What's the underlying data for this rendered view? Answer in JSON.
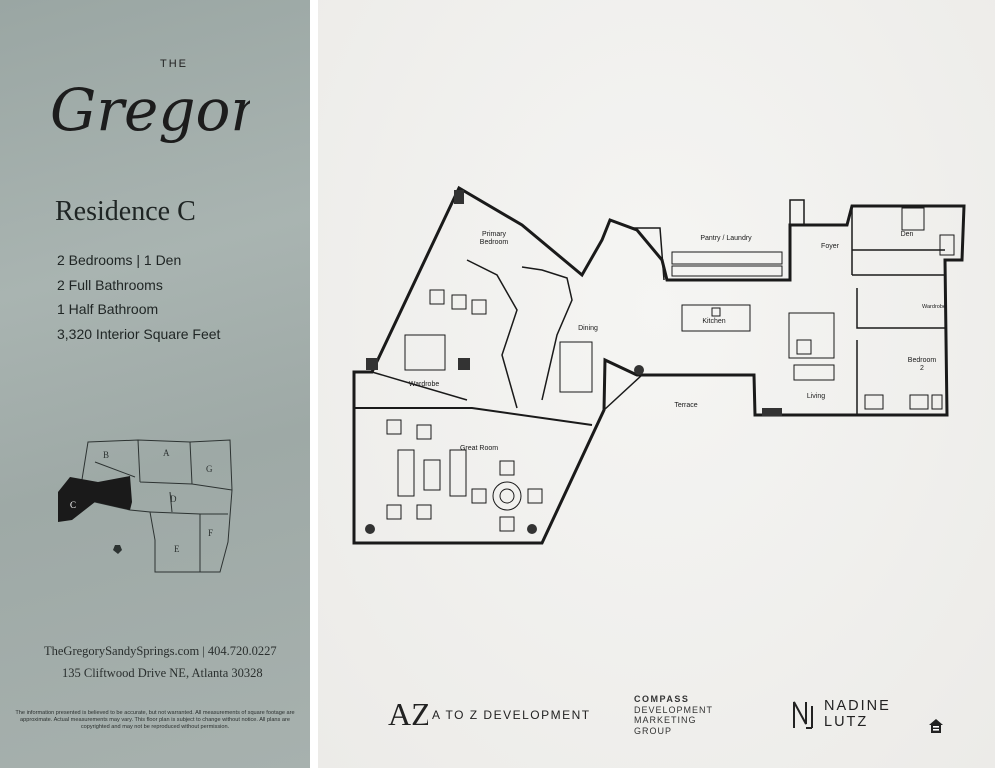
{
  "brand": {
    "prefix": "THE",
    "name": "Gregory"
  },
  "residence": {
    "title": "Residence C",
    "specs": [
      "2 Bedrooms | 1 Den",
      "2 Full Bathrooms",
      "1 Half Bathroom",
      "3,320 Interior Square Feet"
    ]
  },
  "key_plan": {
    "units": [
      "B",
      "A",
      "G",
      "C",
      "D",
      "F",
      "E"
    ],
    "highlighted": "C",
    "compass_icon": "north-arrow-icon"
  },
  "contact": {
    "line": "TheGregorySandySprings.com | 404.720.0227",
    "address": "135 Cliftwood Drive NE, Atlanta 30328"
  },
  "disclaimer": "The information presented is believed to be accurate, but not warranted. All measurements of square footage are approximate. Actual measurements may vary. This floor plan is subject to change without notice. All plans are copyrighted and may not be reproduced without permission.",
  "floor_plan": {
    "rooms": {
      "primary_bedroom": [
        "Primary",
        "Bedroom"
      ],
      "pantry_laundry": "Pantry / Laundry",
      "foyer": "Foyer",
      "den": "Den",
      "wardrobe_small": "Wardrobe",
      "kitchen": "Kitchen",
      "dining": "Dining",
      "bedroom2": [
        "Bedroom",
        "2"
      ],
      "wardrobe": "Wardrobe",
      "terrace": "Terrace",
      "living": "Living",
      "great_room": "Great Room"
    }
  },
  "footer": {
    "az_monogram": "AZ",
    "az": "A TO Z DEVELOPMENT",
    "compass": [
      "COMPASS",
      "DEVELOPMENT",
      "MARKETING",
      "GROUP"
    ],
    "nadine": [
      "NADINE",
      "LUTZ"
    ],
    "equal_housing_icon": "equal-housing-icon"
  },
  "colors": {
    "sidebar": "#a3aeab",
    "page": "#f0f0ee",
    "wall": "#1a1a1a"
  }
}
